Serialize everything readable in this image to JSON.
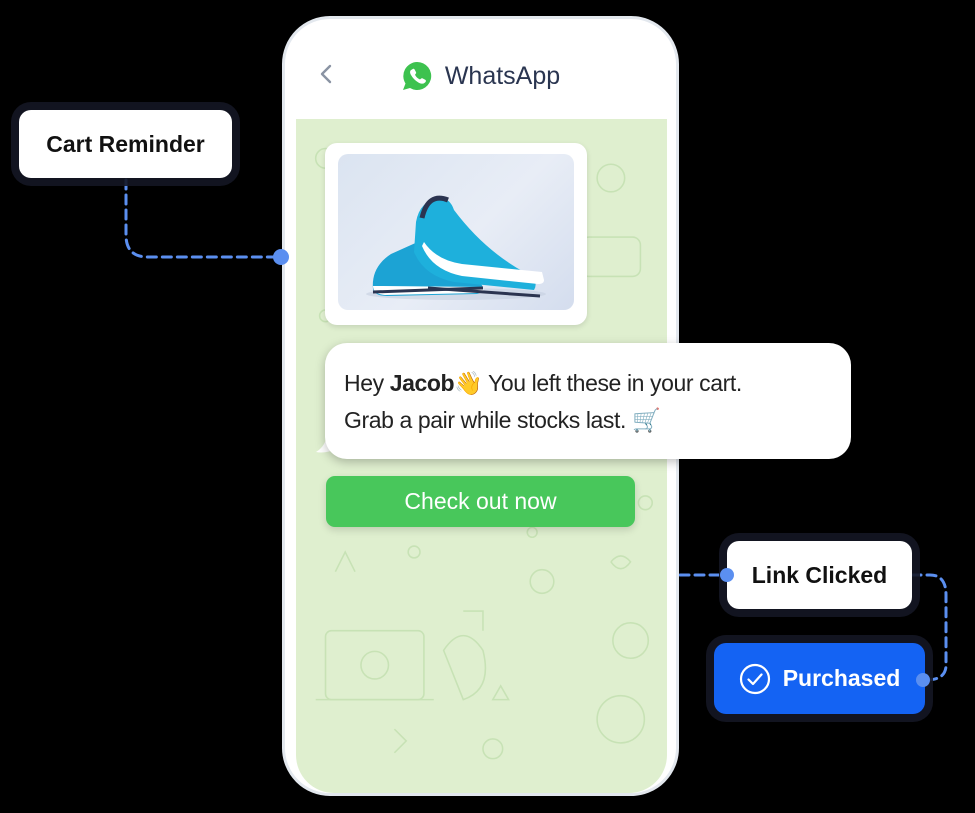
{
  "phone": {
    "header": {
      "back_icon": "chevron-left-icon",
      "app_icon": "whatsapp-logo-icon",
      "title": "WhatsApp"
    },
    "chat": {
      "image_card": {
        "alt": "Pair of blue running shoes"
      },
      "message": {
        "greeting": "Hey ",
        "name": "Jacob",
        "wave_emoji": "👋",
        "line1_rest": " You left these in your cart.",
        "line2": "Grab a pair while stocks last.",
        "cart_emoji": "🛒"
      },
      "cta_label": "Check out now"
    }
  },
  "flow": {
    "cart_reminder": "Cart Reminder",
    "link_clicked": "Link Clicked",
    "purchased": "Purchased",
    "purchased_icon": "check-circle-icon"
  },
  "colors": {
    "accent_blue": "#1463f3",
    "connector_blue": "#5b8ff0",
    "whatsapp_green": "#48c75b",
    "chat_bg": "#dfefcf"
  }
}
